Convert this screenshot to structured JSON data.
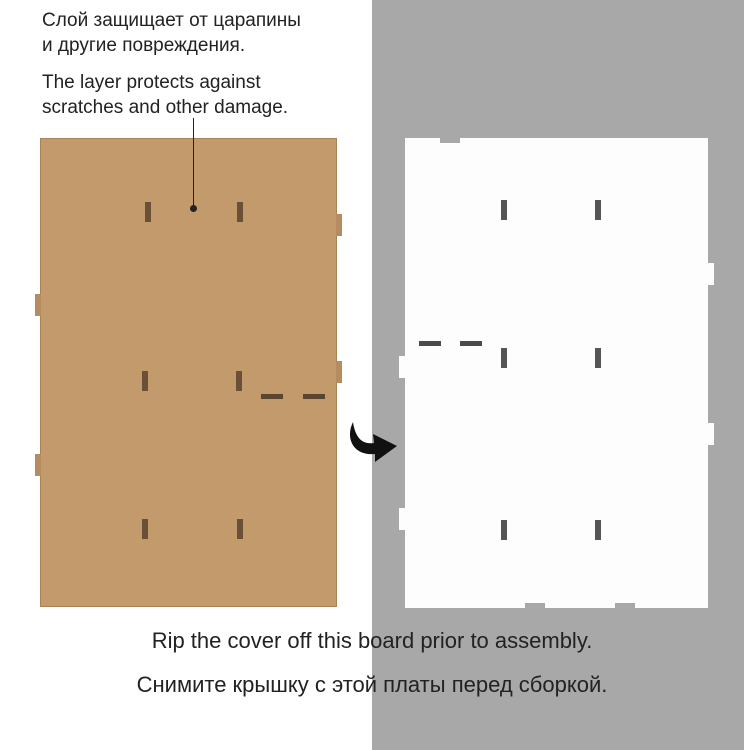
{
  "top_note": {
    "ru_line1": "Слой защищает от царапины",
    "ru_line2": "и другие повреждения.",
    "en_line1": "The layer protects against",
    "en_line2": "scratches and other damage."
  },
  "captions": {
    "en": "Rip the cover off this board prior to assembly.",
    "ru": "Снимите крышку с этой платы перед сборкой."
  },
  "colors": {
    "cardboard": "#c39a6b",
    "white_board": "#fdfdfd",
    "background_right": "#a8a8a8"
  }
}
